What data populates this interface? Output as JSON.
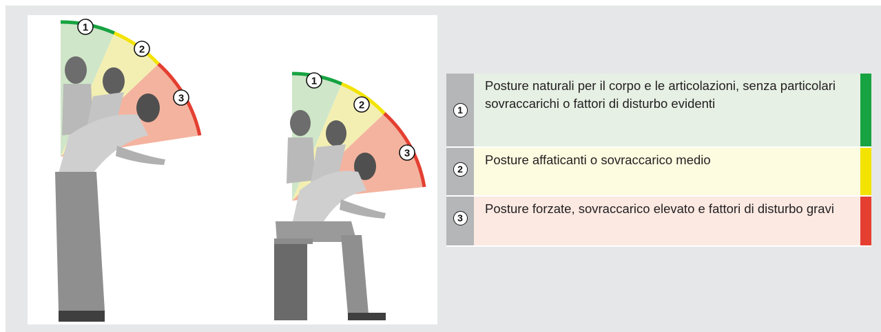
{
  "colors": {
    "green": "#17a341",
    "yellow": "#f3e300",
    "red": "#e43f31",
    "panel": "#e6e7e8"
  },
  "figure": {
    "standing": {
      "zone_labels": [
        "1",
        "2",
        "3"
      ]
    },
    "sitting": {
      "zone_labels": [
        "1",
        "2",
        "3"
      ]
    }
  },
  "legend": {
    "rows": [
      {
        "number": "1",
        "text": "Posture naturali per il corpo e le articolazioni, senza particolari sovraccarichi o fattori di disturbo evidenti",
        "color": "green"
      },
      {
        "number": "2",
        "text": "Posture affaticanti o sovraccarico medio",
        "color": "yellow"
      },
      {
        "number": "3",
        "text": "Posture forzate, sovraccarico elevato e fattori di disturbo gravi",
        "color": "red"
      }
    ]
  }
}
